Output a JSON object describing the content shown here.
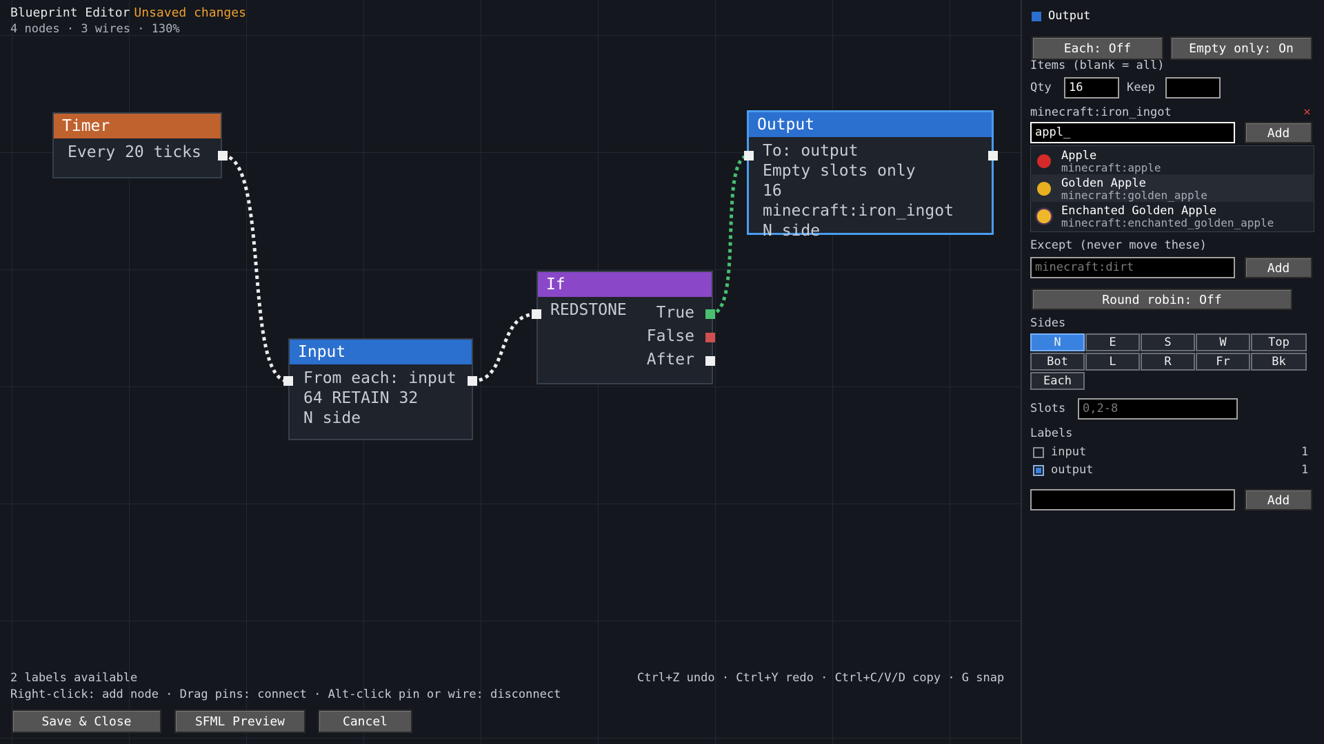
{
  "header": {
    "title": "Blueprint Editor",
    "status": "Unsaved changes",
    "stats": "4 nodes · 3 wires · 130%"
  },
  "colors": {
    "timer": "#c0622e",
    "input": "#2b6fcf",
    "if": "#8a48c8",
    "output": "#2b6fcf",
    "selection": "#4a9cf0",
    "unsaved": "#f0a030"
  },
  "nodes": {
    "timer": {
      "title": "Timer",
      "lines": [
        "Every 20 ticks"
      ]
    },
    "input": {
      "title": "Input",
      "lines": [
        "From each: input",
        "64 RETAIN 32",
        "N side"
      ]
    },
    "if": {
      "title": "If",
      "condition": "REDSTONE",
      "outputs": [
        "True",
        "False",
        "After"
      ]
    },
    "output": {
      "title": "Output",
      "lines": [
        "To: output",
        "Empty slots only",
        "16 minecraft:iron_ingot",
        "N side"
      ]
    }
  },
  "footer": {
    "labels_available": "2 labels available",
    "hint": "Right-click: add node · Drag pins: connect · Alt-click pin or wire: disconnect",
    "shortcuts": "Ctrl+Z undo · Ctrl+Y redo · Ctrl+C/V/D copy · G snap",
    "buttons": {
      "save": "Save & Close",
      "preview": "SFML Preview",
      "cancel": "Cancel"
    }
  },
  "panel": {
    "title": "Output",
    "each_toggle": "Each: Off",
    "empty_only_toggle": "Empty only: On",
    "items_label": "Items (blank = all)",
    "qty_label": "Qty",
    "qty_value": "16",
    "keep_label": "Keep",
    "keep_value": "",
    "item_entry": "minecraft:iron_ingot",
    "remove_icon": "×",
    "item_search_value": "appl_",
    "add_label": "Add",
    "suggestions": [
      {
        "name": "Apple",
        "id": "minecraft:apple",
        "icon": "apple-icon",
        "color": "#d42a2a"
      },
      {
        "name": "Golden Apple",
        "id": "minecraft:golden_apple",
        "icon": "golden-apple-icon",
        "color": "#e8b020"
      },
      {
        "name": "Enchanted Golden Apple",
        "id": "minecraft:enchanted_golden_apple",
        "icon": "enchanted-golden-apple-icon",
        "color": "#f0b828"
      }
    ],
    "except_label": "Except (never move these)",
    "except_placeholder": "minecraft:dirt",
    "round_robin": "Round robin: Off",
    "sides_label": "Sides",
    "sides": [
      "N",
      "E",
      "S",
      "W",
      "Top",
      "Bot",
      "L",
      "R",
      "Fr",
      "Bk",
      "Each"
    ],
    "active_side": "N",
    "slots_label": "Slots",
    "slots_placeholder": "0,2-8",
    "labels_label": "Labels",
    "labels": [
      {
        "name": "input",
        "count": "1",
        "checked": false
      },
      {
        "name": "output",
        "count": "1",
        "checked": true
      }
    ],
    "new_label_value": ""
  }
}
